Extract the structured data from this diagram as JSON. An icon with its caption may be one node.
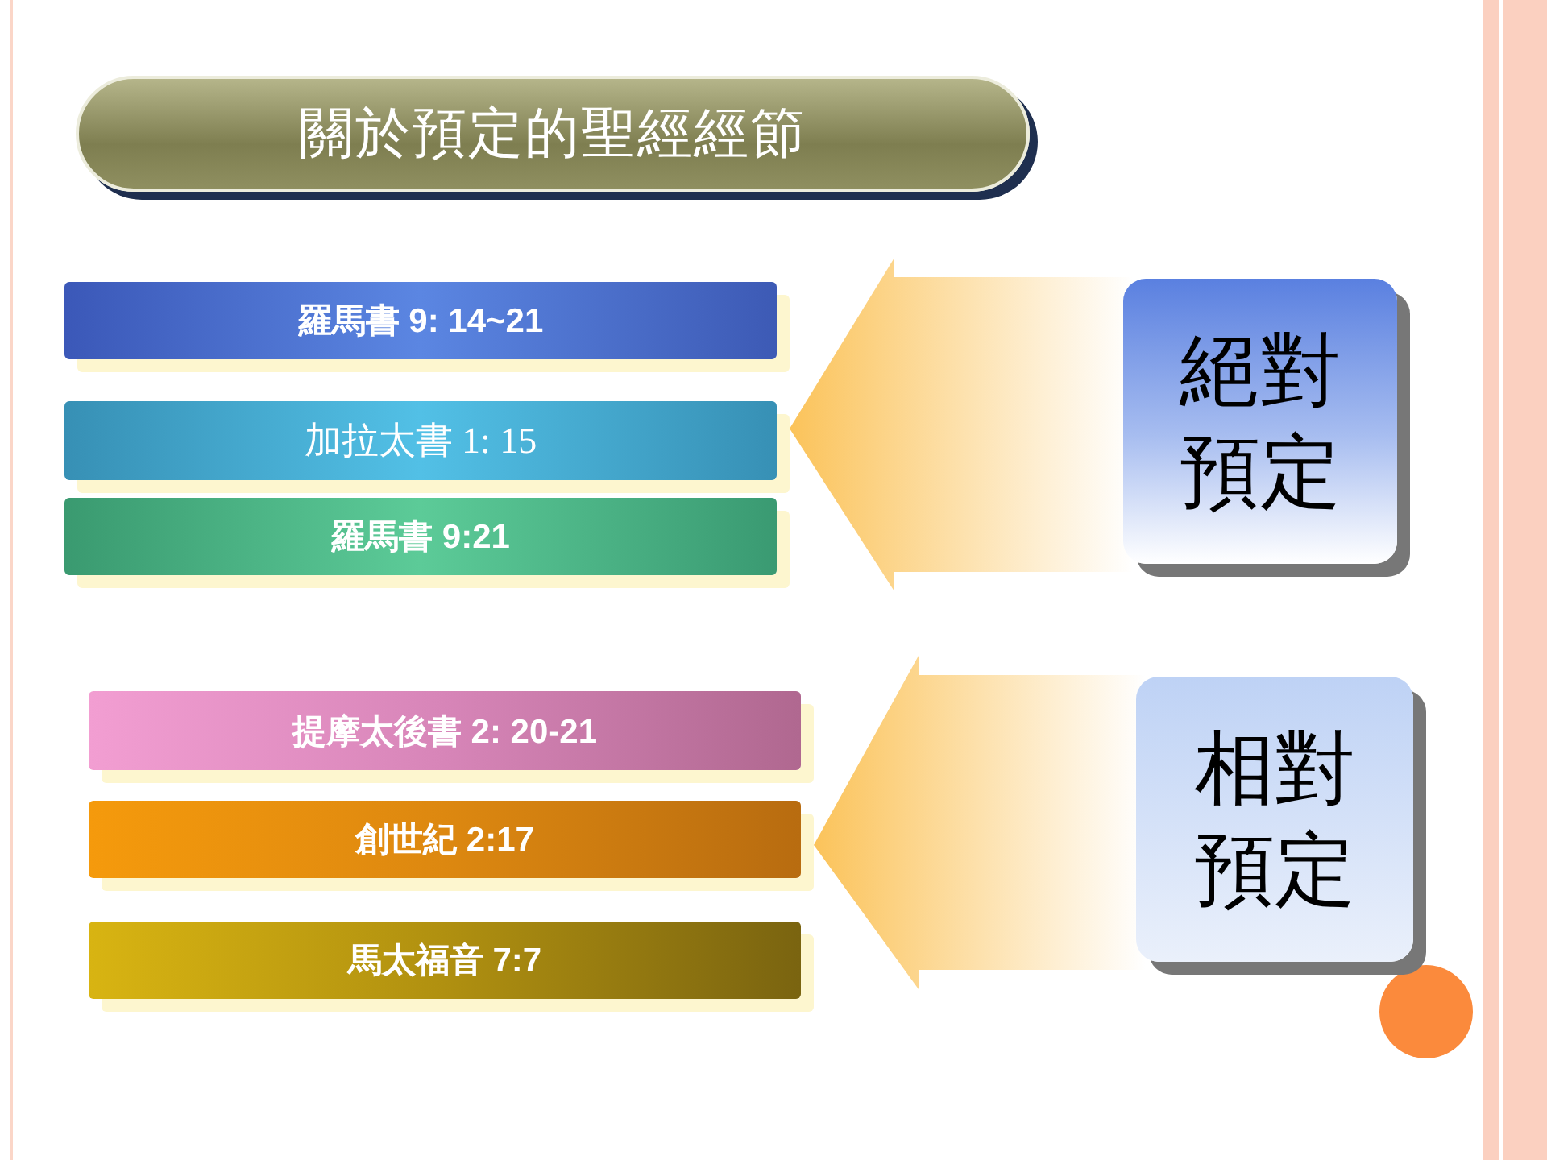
{
  "diagram": {
    "title": "關於預定的聖經經節",
    "nodes": [
      {
        "text": [
          "羅馬書 9: 14~21"
        ]
      },
      {
        "text": [
          "加拉太書 1: 15"
        ]
      },
      {
        "text": [
          "羅馬書 9:21"
        ]
      },
      {
        "text": [
          "絕對預定"
        ]
      },
      {
        "text": [
          "提摩太後書 2: 20-21"
        ]
      },
      {
        "text": [
          "創世紀 2:17"
        ]
      },
      {
        "text": [
          "馬太福音 7:7"
        ]
      },
      {
        "text": [
          "相對預定"
        ]
      }
    ],
    "edges": [
      {
        "from": 3,
        "to": 0,
        "arrow": "to",
        "style": "thick"
      },
      {
        "from": 3,
        "to": 1,
        "arrow": "to",
        "style": "thick"
      },
      {
        "from": 3,
        "to": 2,
        "arrow": "to",
        "style": "thick"
      },
      {
        "from": 7,
        "to": 4,
        "arrow": "to",
        "style": "thick"
      },
      {
        "from": 7,
        "to": 5,
        "arrow": "to",
        "style": "thick"
      },
      {
        "from": 7,
        "to": 6,
        "arrow": "to",
        "style": "thick"
      }
    ]
  }
}
